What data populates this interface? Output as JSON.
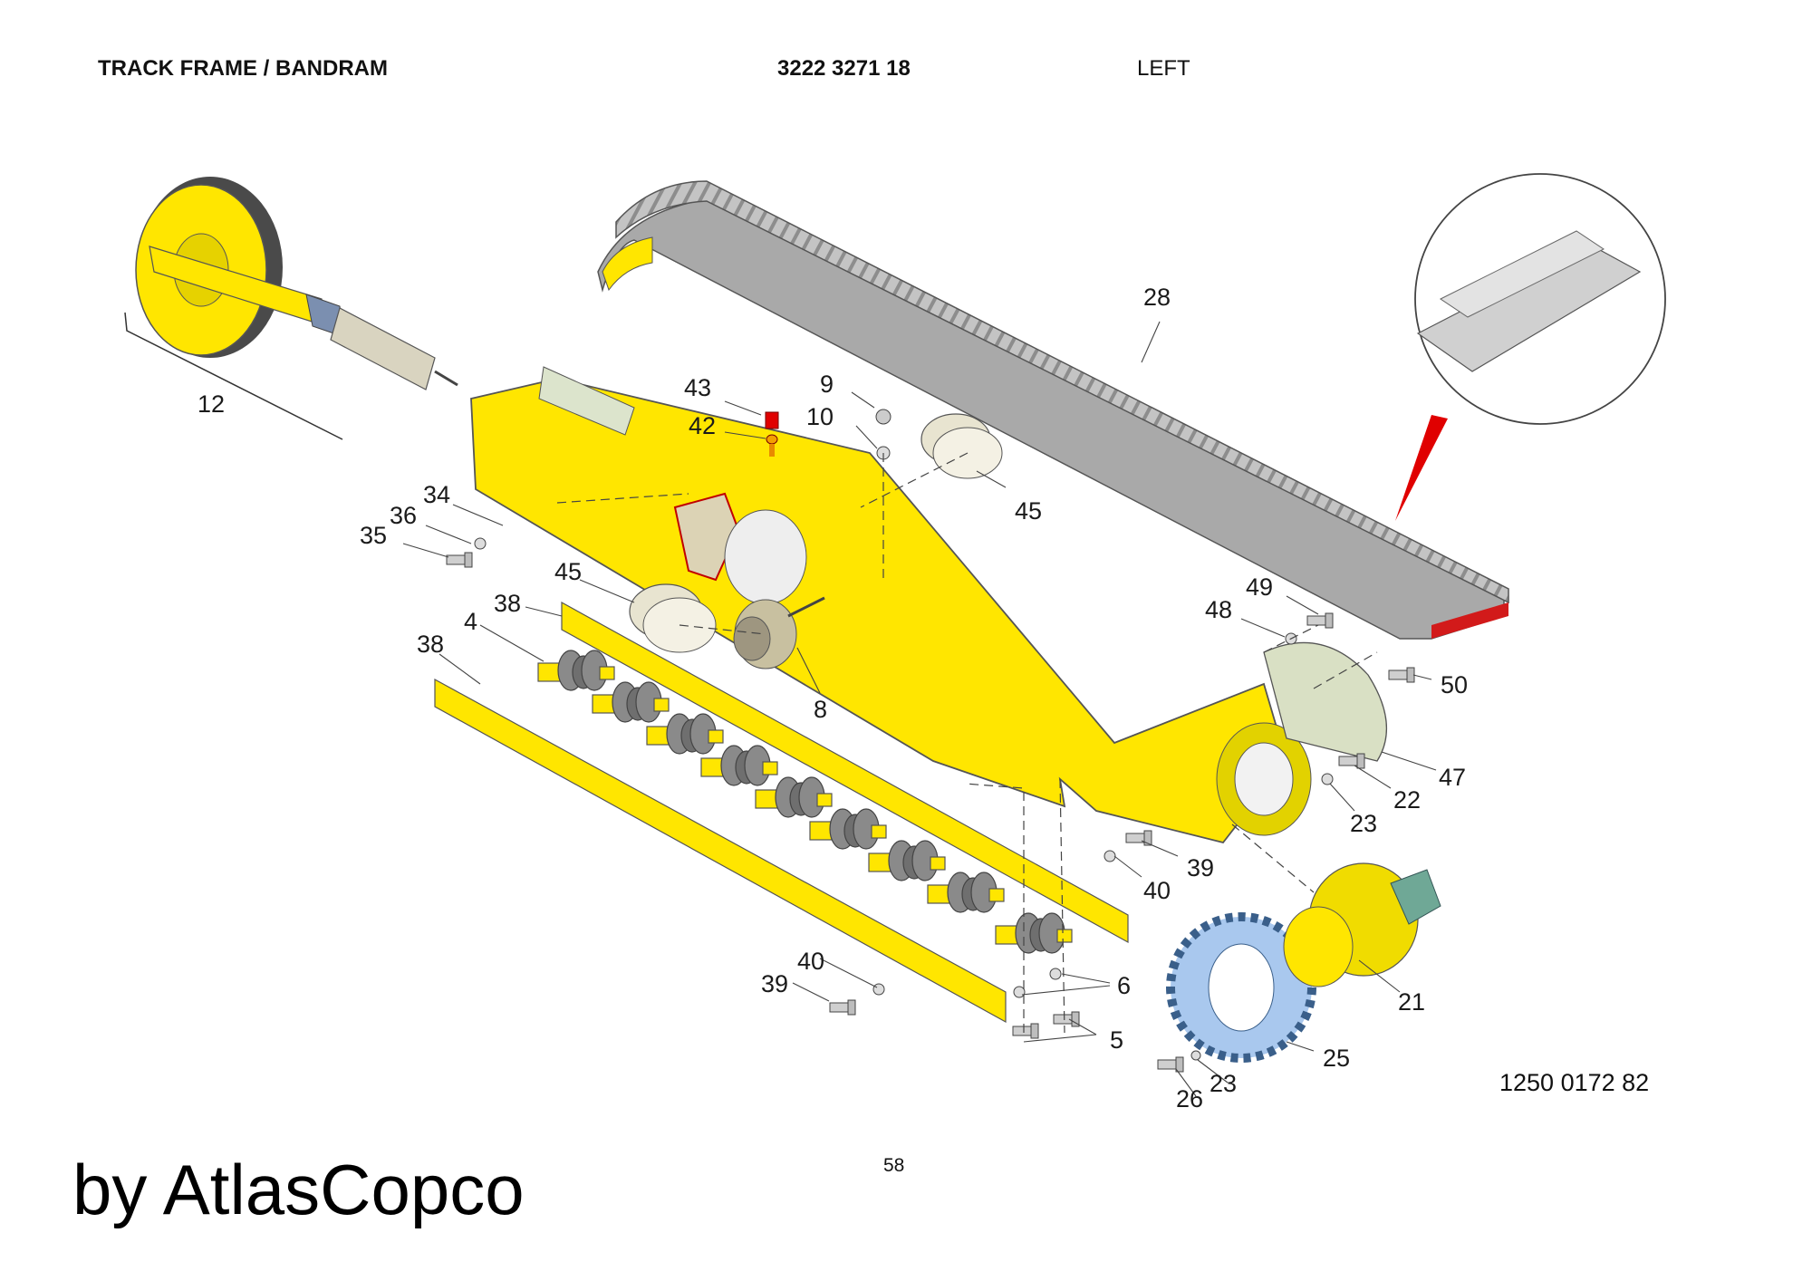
{
  "header": {
    "title": "TRACK FRAME / BANDRAM",
    "part_number": "3222 3271 18",
    "side": "LEFT"
  },
  "colors": {
    "frame": "#ffe600",
    "outline": "#555555",
    "rubber_track": "#bdbdbd",
    "roller_gray": "#7a7a7a",
    "sprocket": "#a9c8ee",
    "bushing": "#e8e4d0",
    "accent_red": "#e00000"
  },
  "callouts": [
    {
      "id": "12",
      "label": "12"
    },
    {
      "id": "28",
      "label": "28"
    },
    {
      "id": "43",
      "label": "43"
    },
    {
      "id": "42",
      "label": "42"
    },
    {
      "id": "9",
      "label": "9"
    },
    {
      "id": "10",
      "label": "10"
    },
    {
      "id": "45a",
      "label": "45"
    },
    {
      "id": "34",
      "label": "34"
    },
    {
      "id": "36",
      "label": "36"
    },
    {
      "id": "35",
      "label": "35"
    },
    {
      "id": "45b",
      "label": "45"
    },
    {
      "id": "38a",
      "label": "38"
    },
    {
      "id": "4",
      "label": "4"
    },
    {
      "id": "38b",
      "label": "38"
    },
    {
      "id": "8",
      "label": "8"
    },
    {
      "id": "49",
      "label": "49"
    },
    {
      "id": "48",
      "label": "48"
    },
    {
      "id": "50",
      "label": "50"
    },
    {
      "id": "47",
      "label": "47"
    },
    {
      "id": "22",
      "label": "22"
    },
    {
      "id": "23a",
      "label": "23"
    },
    {
      "id": "39a",
      "label": "39"
    },
    {
      "id": "40a",
      "label": "40"
    },
    {
      "id": "21",
      "label": "21"
    },
    {
      "id": "6",
      "label": "6"
    },
    {
      "id": "40b",
      "label": "40"
    },
    {
      "id": "39b",
      "label": "39"
    },
    {
      "id": "5",
      "label": "5"
    },
    {
      "id": "25",
      "label": "25"
    },
    {
      "id": "23b",
      "label": "23"
    },
    {
      "id": "26",
      "label": "26"
    }
  ],
  "drawing_number": "1250 0172 82",
  "page_number": "58",
  "brand": "by AtlasCopco"
}
